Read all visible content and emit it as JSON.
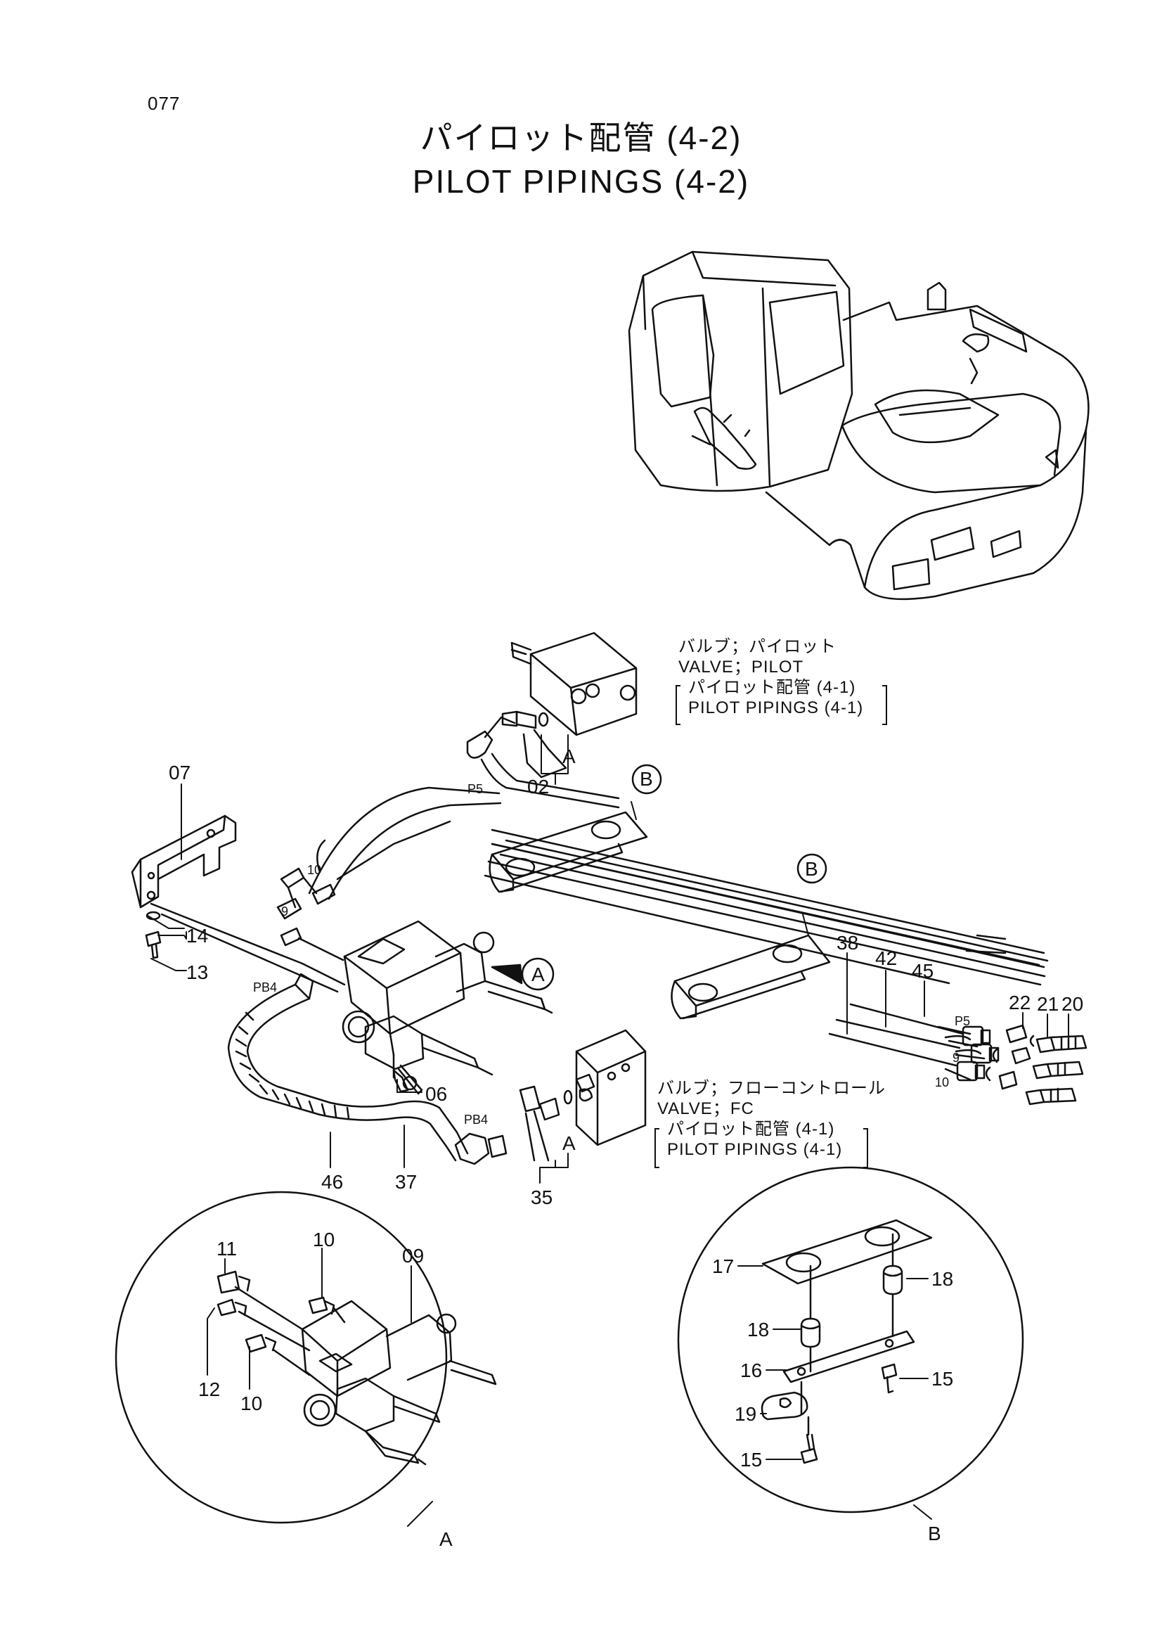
{
  "page_number": "077",
  "title": {
    "jp": "パイロット配管 (4-2)",
    "en": "PILOT PIPINGS (4-2)"
  },
  "notes": {
    "valve_pilot": {
      "jp": "バルブ；パイロット",
      "en": "VALVE；PILOT",
      "ref_jp": "パイロット配管 (4-1)",
      "ref_en": "PILOT PIPINGS (4-1)"
    },
    "valve_fc": {
      "jp": "バルブ；フローコントロール",
      "en": "VALVE；FC",
      "ref_jp": "パイロット配管 (4-1)",
      "ref_en": "PILOT PIPINGS (4-1)"
    }
  },
  "callouts": {
    "c07": "07",
    "c14": "14",
    "c13": "13",
    "c02": "02",
    "c06": "06",
    "c38": "38",
    "c42": "42",
    "c45": "45",
    "c22": "22",
    "c21": "21",
    "c20": "20",
    "c46": "46",
    "c37": "37",
    "c35": "35",
    "a11": "11",
    "a10a": "10",
    "a09": "09",
    "a12": "12",
    "a10b": "10",
    "b17": "17",
    "b18a": "18",
    "b18b": "18",
    "b16": "16",
    "b15a": "15",
    "b19": "19",
    "b15b": "15"
  },
  "port_labels": {
    "p5_top": "P5",
    "p5_right": "P5",
    "pb4_left": "PB4",
    "pb4_right": "PB4",
    "n9_left": "9",
    "n10_left": "10",
    "n9_right": "9",
    "n10_right": "10"
  },
  "detail_markers": {
    "a_top": "A",
    "a_mid": "A",
    "a_bottom": "A",
    "b_upper": "B",
    "b_lower": "B",
    "a_arrow": "A",
    "detail_a": "A",
    "detail_b": "B"
  }
}
